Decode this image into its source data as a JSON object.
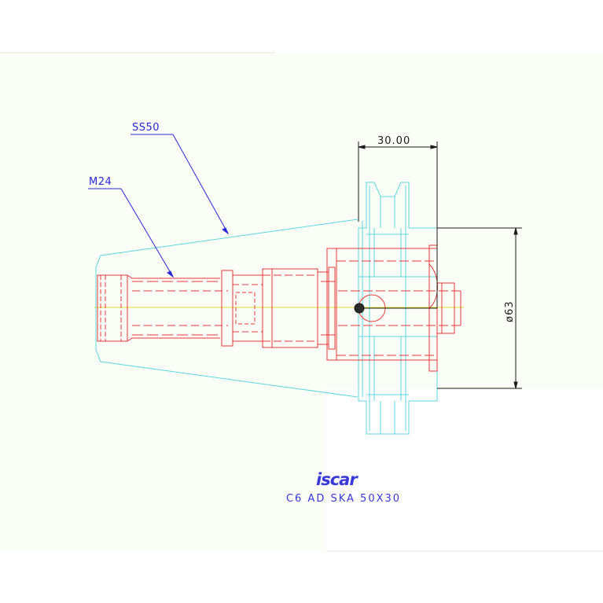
{
  "drawing": {
    "labels": {
      "taper": "SS50",
      "thread": "M24",
      "width_dim": "30.00",
      "diameter_dim": "ø63"
    },
    "logo_text": "iscar",
    "title": "C6 AD SKA 50X30",
    "colors": {
      "sheet_background": "#fbfdf7",
      "taper_outline": "#5fd6e2",
      "part_red": "#e8383a",
      "centerline": "#dede30",
      "annotation_blue": "#2828d8",
      "dimension_black": "#1a1a1a"
    }
  }
}
